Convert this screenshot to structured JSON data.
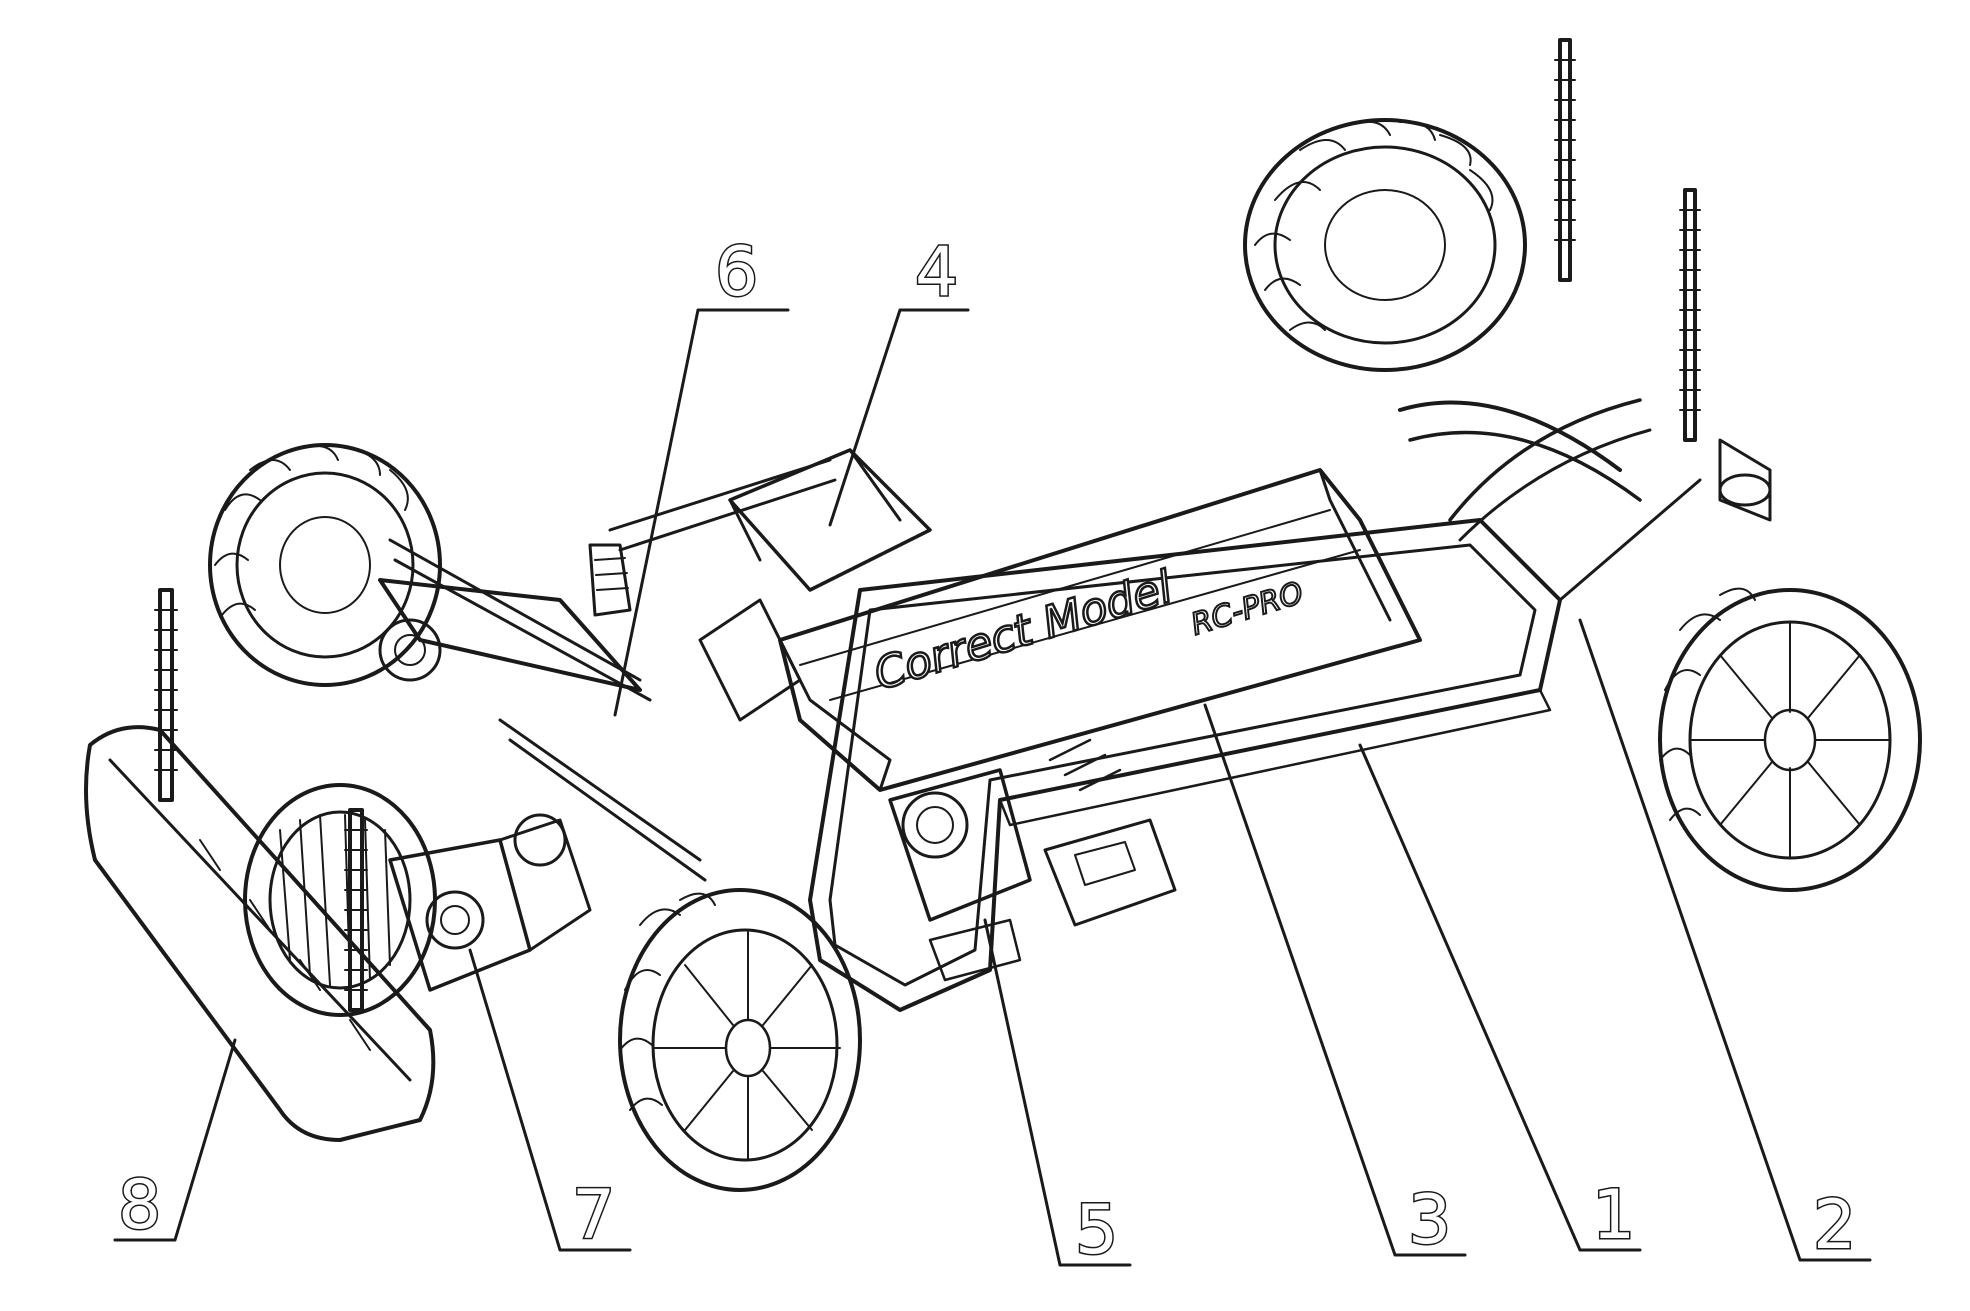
{
  "figure": {
    "brand_text": "Correct Model",
    "brand_subtext": "RC-PRO",
    "labels": [
      "1",
      "2",
      "3",
      "4",
      "5",
      "6",
      "7",
      "8"
    ]
  }
}
